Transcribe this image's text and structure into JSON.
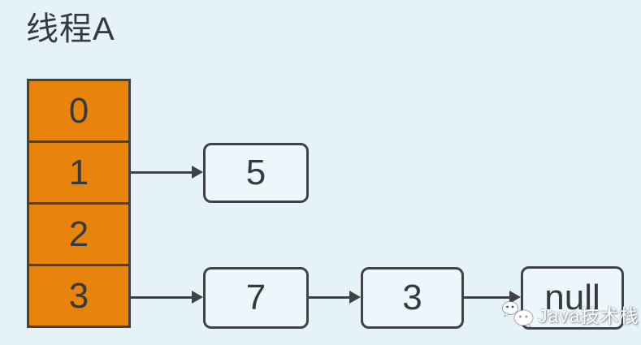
{
  "title": "线程A",
  "colors": {
    "background": "#e5f2f8",
    "cell_fill": "#e8830b",
    "node_fill": "#edf6fb",
    "border": "#3f4347",
    "text": "#343a40",
    "watermark_text": "#ffffff"
  },
  "diagram": {
    "type": "hash-table-buckets-with-linked-lists",
    "array": {
      "cells": [
        {
          "index": "0"
        },
        {
          "index": "1"
        },
        {
          "index": "2"
        },
        {
          "index": "3"
        }
      ]
    },
    "nodes": [
      {
        "id": "node-5",
        "label": "5"
      },
      {
        "id": "node-7",
        "label": "7"
      },
      {
        "id": "node-3",
        "label": "3"
      },
      {
        "id": "node-null",
        "label": "null"
      }
    ],
    "links": [
      {
        "from": "cell-1",
        "to": "node-5"
      },
      {
        "from": "cell-3",
        "to": "node-7"
      },
      {
        "from": "node-7",
        "to": "node-3"
      },
      {
        "from": "node-3",
        "to": "node-null"
      }
    ]
  },
  "watermark": {
    "label": "Java技术栈",
    "icon": "wechat-icon"
  }
}
